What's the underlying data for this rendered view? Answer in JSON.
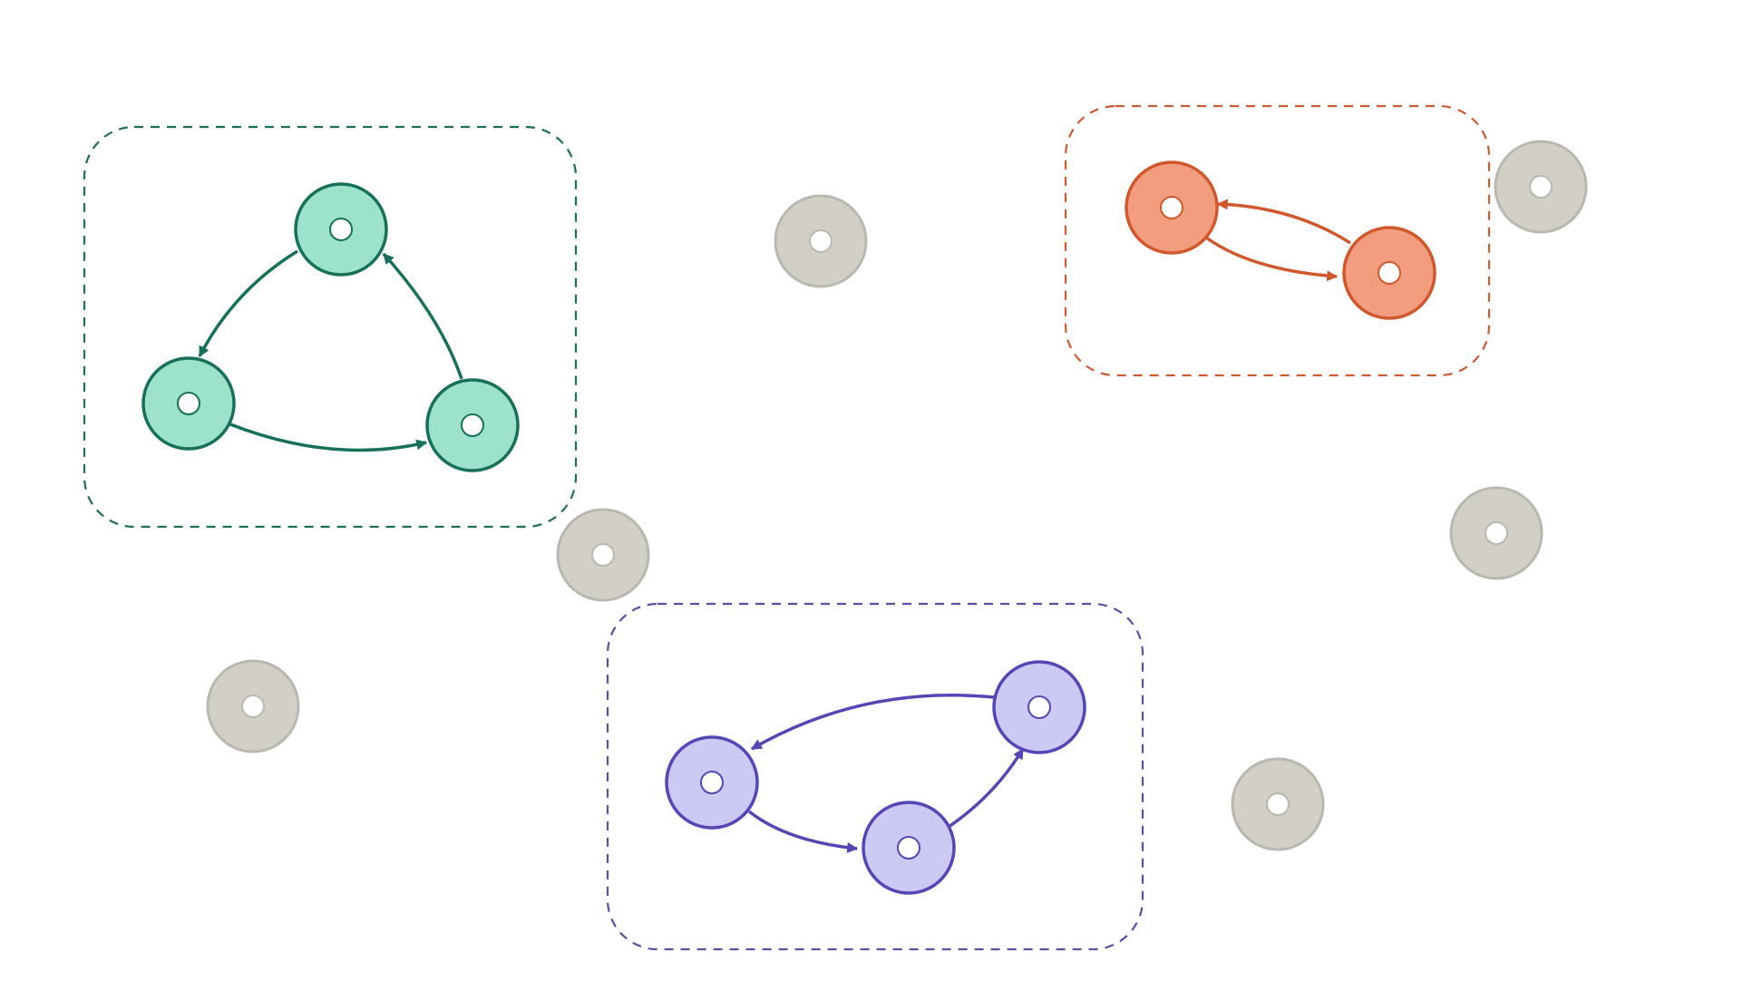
{
  "diagram": {
    "type": "directed-graph-clusters",
    "clusters": [
      {
        "id": "green",
        "stroke": "#1e6e56",
        "node_fill": "#9de3cc",
        "node_stroke": "#17705a",
        "edge_color": "#17705a",
        "nodes": [
          "a",
          "b",
          "c"
        ],
        "edges": [
          [
            "a",
            "b"
          ],
          [
            "b",
            "c"
          ],
          [
            "c",
            "a"
          ]
        ]
      },
      {
        "id": "orange",
        "stroke": "#cc5a34",
        "node_fill": "#f29e7e",
        "node_stroke": "#d1582c",
        "edge_color": "#d1582c",
        "nodes": [
          "a",
          "b"
        ],
        "edges": [
          [
            "b",
            "a"
          ],
          [
            "a",
            "b"
          ]
        ]
      },
      {
        "id": "purple",
        "stroke": "#5a4fa6",
        "node_fill": "#ccc9f5",
        "node_stroke": "#5546b5",
        "edge_color": "#5546b5",
        "nodes": [
          "a",
          "b",
          "c"
        ],
        "edges": [
          [
            "c",
            "a"
          ],
          [
            "a",
            "b"
          ],
          [
            "b",
            "c"
          ]
        ]
      }
    ],
    "isolated_nodes": {
      "count": 6,
      "fill": "#d2d0c6",
      "stroke": "#b9b8b0"
    },
    "node_center_fill": "#ffffff"
  }
}
